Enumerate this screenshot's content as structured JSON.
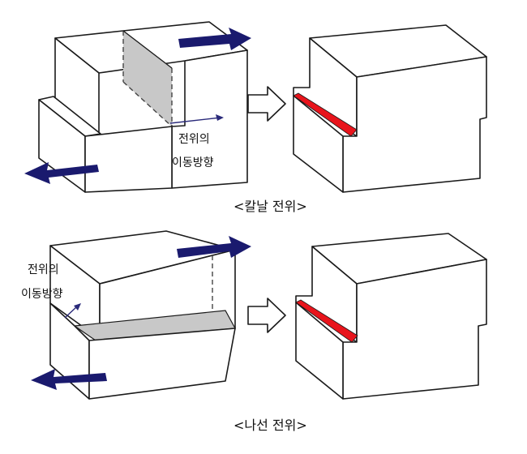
{
  "panels": [
    {
      "caption": "<칼날 전위>",
      "direction_label_line1": "전위의",
      "direction_label_line2": "이동방향"
    },
    {
      "caption": "<나선 전위>",
      "direction_label_line1": "전위의",
      "direction_label_line2": "이동방향"
    }
  ],
  "colors": {
    "shear_arrow": "#1a1a6e",
    "slip_plane": "#c8c8c8",
    "dislocation_step": "#e8141c",
    "direction_arrow": "#2a2a7a"
  }
}
